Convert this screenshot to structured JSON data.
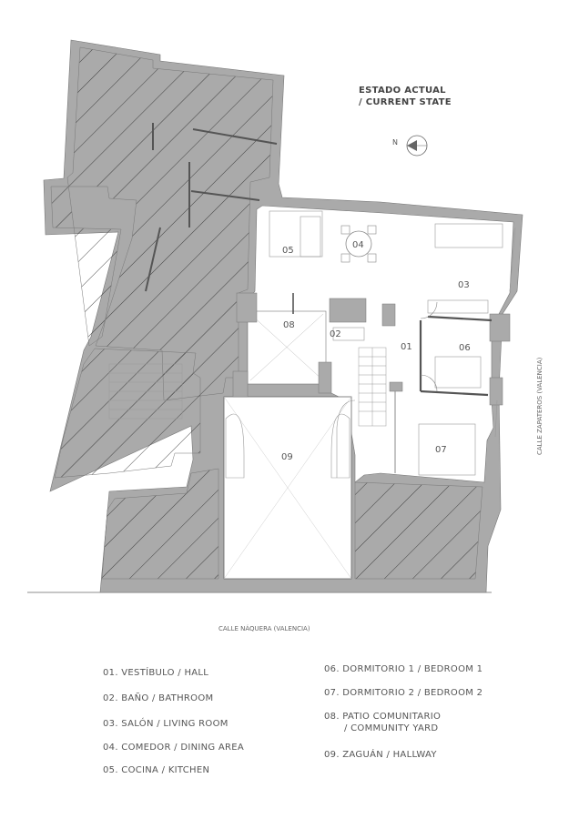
{
  "title": {
    "line1": "ESTADO ACTUAL",
    "line2": "/ CURRENT STATE"
  },
  "north_label": "N",
  "streets": {
    "bottom": "CALLE NÁQUERA (VALENCIA)",
    "right": "CALLE ZAPATEROS (VALENCIA)"
  },
  "rooms": {
    "r01": "01",
    "r02": "02",
    "r03": "03",
    "r04": "04",
    "r05": "05",
    "r06": "06",
    "r07": "07",
    "r08": "08",
    "r09": "09"
  },
  "legend": {
    "items": [
      {
        "line1": "01. VESTÍBULO / HALL",
        "line2": ""
      },
      {
        "line1": "02. BAÑO / BATHROOM",
        "line2": ""
      },
      {
        "line1": "03. SALÓN / LIVING ROOM",
        "line2": ""
      },
      {
        "line1": "04. COMEDOR / DINING AREA",
        "line2": ""
      },
      {
        "line1": "05. COCINA / KITCHEN",
        "line2": ""
      },
      {
        "line1": "06. DORMITORIO 1 / BEDROOM 1",
        "line2": ""
      },
      {
        "line1": "07. DORMITORIO 2 / BEDROOM 2",
        "line2": ""
      },
      {
        "line1": "08. PATIO COMUNITARIO",
        "line2": "/ COMMUNITY YARD"
      },
      {
        "line1": "09. ZAGUÁN / HALLWAY",
        "line2": ""
      }
    ]
  },
  "colors": {
    "wall": "#aaaaaa",
    "hatch": "#333333",
    "line": "#777777"
  }
}
